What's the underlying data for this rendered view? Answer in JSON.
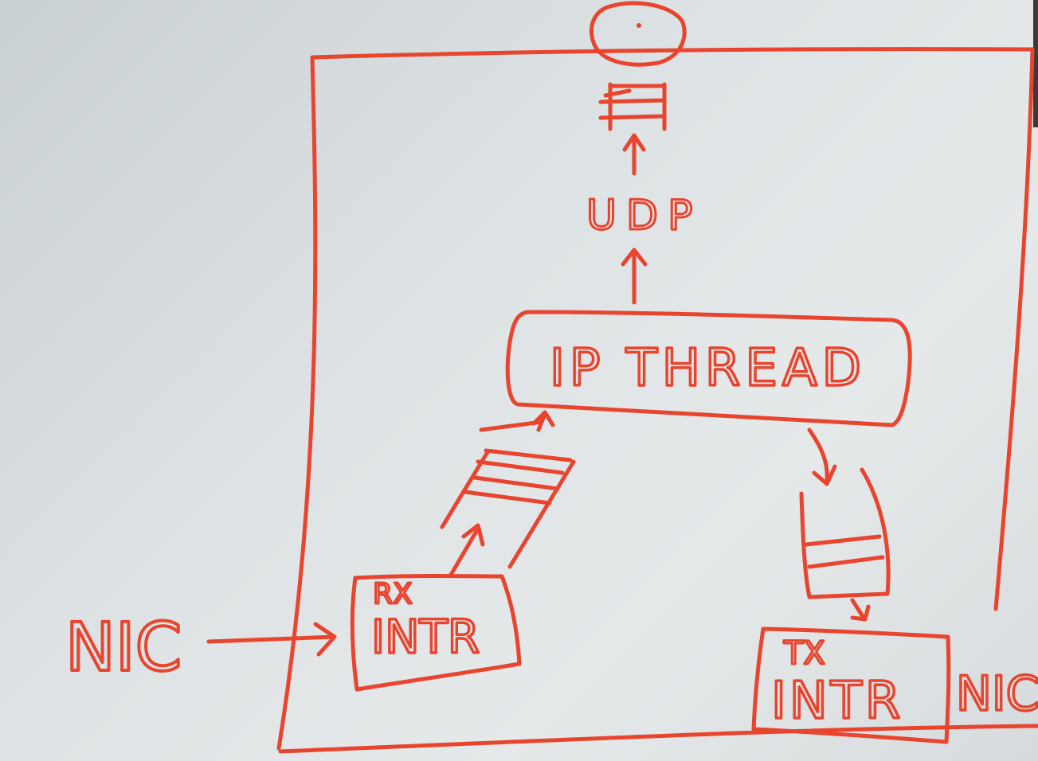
{
  "ink_color": "#e8442e",
  "board_color": "#dfe3e5",
  "labels": {
    "udp": "UDP",
    "ip_thread": "IP THREAD",
    "rx_top": "RX",
    "rx_bottom": "INTR",
    "tx_top": "TX",
    "tx_bottom": "INTR",
    "nic_left": "NIC",
    "nic_right": "NIC"
  }
}
